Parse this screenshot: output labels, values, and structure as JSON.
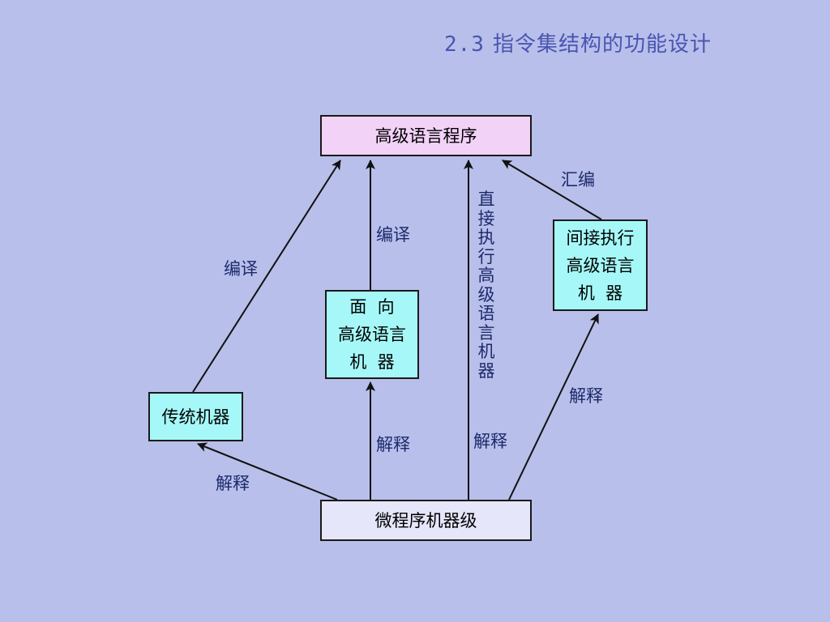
{
  "slide": {
    "number": "2.3",
    "title": "指令集结构的功能设计"
  },
  "boxes": {
    "high_level": "高级语言程序",
    "micro": "微程序机器级",
    "traditional": "传统机器",
    "oriented": {
      "line1": "面  向",
      "line2": "高级语言",
      "line3": "机  器"
    },
    "indirect": {
      "line1": "间接执行",
      "line2": "高级语言",
      "line3": "机  器"
    }
  },
  "labels": {
    "compile_left": "编译",
    "compile_mid": "编译",
    "assemble": "汇编",
    "direct_exec": "直接执行高级语言机器",
    "interpret_left": "解释",
    "interpret_mid": "解释",
    "interpret_center": "解释",
    "interpret_right": "解释"
  }
}
